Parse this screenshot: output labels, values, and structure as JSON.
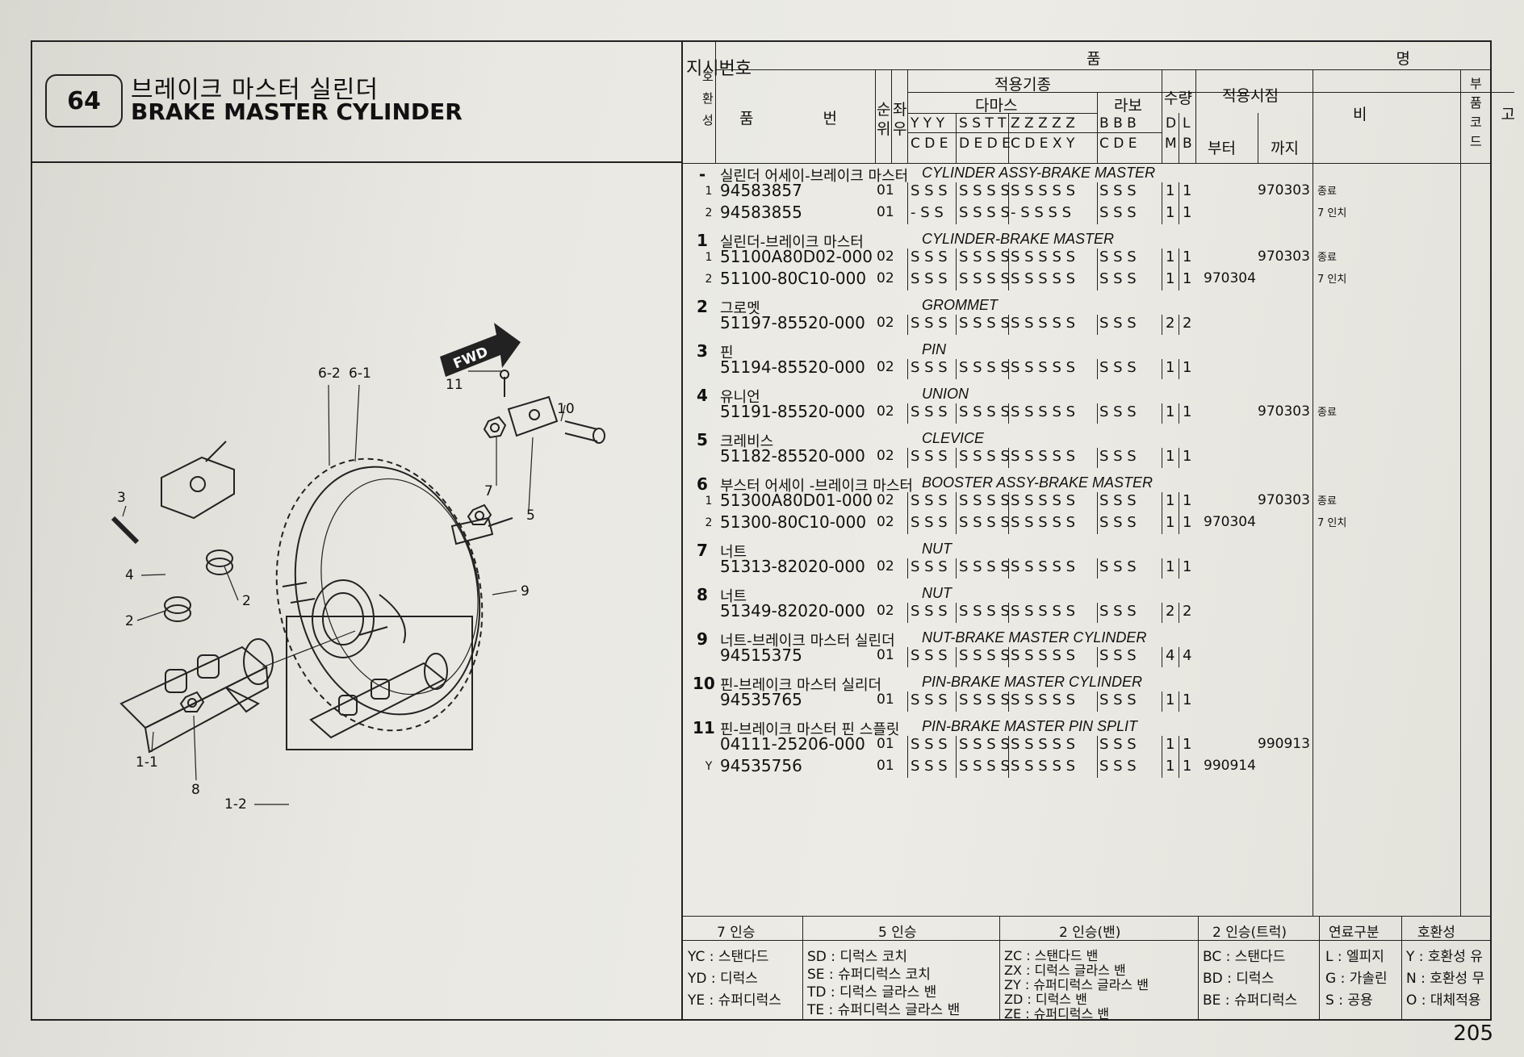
{
  "page_code": "64",
  "title_ko": "브레이크 마스터 실린더",
  "title_en": "BRAKE MASTER CYLINDER",
  "page_number": "205",
  "diagram": {
    "fwd_text": "FWD",
    "labels": [
      "6-2",
      "6-1",
      "11",
      "10",
      "3",
      "4",
      "2",
      "2",
      "7",
      "5",
      "9",
      "1-1",
      "8",
      "1-2"
    ]
  },
  "header": {
    "jisi": "지시번호",
    "hohwan": "호환성",
    "pummyeong": "품 명",
    "pumbeon": "품 번",
    "sunwi": "순위",
    "jwau": "좌우",
    "jeogyong_gijun": "적용기종",
    "damas": "다마스",
    "labo": "라보",
    "suryang": "수량",
    "jeogyong_sijeom": "적용시점",
    "buteo": "부터",
    "kkaji": "까지",
    "bigo": "비 고",
    "bupum_code": "부품코드",
    "damas_codes_top": [
      "Y Y Y",
      "S S T T",
      "Z Z Z Z Z"
    ],
    "damas_codes_bot": [
      "C D E",
      "D E D E",
      "C D E X Y"
    ],
    "labo_top": "B B B",
    "labo_bot": "C D E",
    "qty_top": [
      "D",
      "L"
    ],
    "qty_bot": [
      "M",
      "B"
    ]
  },
  "rows": [
    {
      "no": "-",
      "ko": "실린더 어세이-브레이크 마스터",
      "en": "CYLINDER ASSY-BRAKE MASTER",
      "subs": [
        {
          "sub": "1",
          "part": "94583857",
          "order": "01",
          "a": "S S S",
          "b": "S S S S",
          "c": "S S S S S",
          "d": "S S S",
          "dm": "1",
          "lb": "1",
          "from": "",
          "to": "970303",
          "note": "종료"
        },
        {
          "sub": "2",
          "part": "94583855",
          "order": "01",
          "a": "-  S S",
          "b": "S S S S",
          "c": "-  S S S S",
          "d": "S S S",
          "dm": "1",
          "lb": "1",
          "from": "",
          "to": "",
          "note": "7 인치"
        }
      ]
    },
    {
      "no": "1",
      "ko": "실린더-브레이크 마스터",
      "en": "CYLINDER-BRAKE MASTER",
      "subs": [
        {
          "sub": "1",
          "part": "51100A80D02-000",
          "order": "02",
          "a": "S S S",
          "b": "S S S S",
          "c": "S S S S S",
          "d": "S S S",
          "dm": "1",
          "lb": "1",
          "from": "",
          "to": "970303",
          "note": "종료"
        },
        {
          "sub": "2",
          "part": "51100-80C10-000",
          "order": "02",
          "a": "S S S",
          "b": "S S S S",
          "c": "S S S S S",
          "d": "S S S",
          "dm": "1",
          "lb": "1",
          "from": "970304",
          "to": "",
          "note": "7 인치"
        }
      ]
    },
    {
      "no": "2",
      "ko": "그로멧",
      "en": "GROMMET",
      "subs": [
        {
          "sub": "",
          "part": "51197-85520-000",
          "order": "02",
          "a": "S S S",
          "b": "S S S S",
          "c": "S S S S S",
          "d": "S S S",
          "dm": "2",
          "lb": "2",
          "from": "",
          "to": "",
          "note": ""
        }
      ]
    },
    {
      "no": "3",
      "ko": "핀",
      "en": "PIN",
      "subs": [
        {
          "sub": "",
          "part": "51194-85520-000",
          "order": "02",
          "a": "S S S",
          "b": "S S S S",
          "c": "S S S S S",
          "d": "S S S",
          "dm": "1",
          "lb": "1",
          "from": "",
          "to": "",
          "note": ""
        }
      ]
    },
    {
      "no": "4",
      "ko": "유니언",
      "en": "UNION",
      "subs": [
        {
          "sub": "",
          "part": "51191-85520-000",
          "order": "02",
          "a": "S S S",
          "b": "S S S S",
          "c": "S S S S S",
          "d": "S S S",
          "dm": "1",
          "lb": "1",
          "from": "",
          "to": "970303",
          "note": "종료"
        }
      ]
    },
    {
      "no": "5",
      "ko": "크레비스",
      "en": "CLEVICE",
      "subs": [
        {
          "sub": "",
          "part": "51182-85520-000",
          "order": "02",
          "a": "S S S",
          "b": "S S S S",
          "c": "S S S S S",
          "d": "S S S",
          "dm": "1",
          "lb": "1",
          "from": "",
          "to": "",
          "note": ""
        }
      ]
    },
    {
      "no": "6",
      "ko": "부스터 어세이 -브레이크 마스터",
      "en": "BOOSTER ASSY-BRAKE MASTER",
      "subs": [
        {
          "sub": "1",
          "part": "51300A80D01-000",
          "order": "02",
          "a": "S S S",
          "b": "S S S S",
          "c": "S S S S S",
          "d": "S S S",
          "dm": "1",
          "lb": "1",
          "from": "",
          "to": "970303",
          "note": "종료"
        },
        {
          "sub": "2",
          "part": "51300-80C10-000",
          "order": "02",
          "a": "S S S",
          "b": "S S S S",
          "c": "S S S S S",
          "d": "S S S",
          "dm": "1",
          "lb": "1",
          "from": "970304",
          "to": "",
          "note": "7 인치"
        }
      ]
    },
    {
      "no": "7",
      "ko": "너트",
      "en": "NUT",
      "subs": [
        {
          "sub": "",
          "part": "51313-82020-000",
          "order": "02",
          "a": "S S S",
          "b": "S S S S",
          "c": "S S S S S",
          "d": "S S S",
          "dm": "1",
          "lb": "1",
          "from": "",
          "to": "",
          "note": ""
        }
      ]
    },
    {
      "no": "8",
      "ko": "너트",
      "en": "NUT",
      "subs": [
        {
          "sub": "",
          "part": "51349-82020-000",
          "order": "02",
          "a": "S S S",
          "b": "S S S S",
          "c": "S S S S S",
          "d": "S S S",
          "dm": "2",
          "lb": "2",
          "from": "",
          "to": "",
          "note": ""
        }
      ]
    },
    {
      "no": "9",
      "ko": "너트-브레이크 마스터 실린더",
      "en": "NUT-BRAKE MASTER CYLINDER",
      "subs": [
        {
          "sub": "",
          "part": "94515375",
          "order": "01",
          "a": "S S S",
          "b": "S S S S",
          "c": "S S S S S",
          "d": "S S S",
          "dm": "4",
          "lb": "4",
          "from": "",
          "to": "",
          "note": ""
        }
      ]
    },
    {
      "no": "10",
      "ko": "핀-브레이크 마스터 실리더",
      "en": "PIN-BRAKE MASTER CYLINDER",
      "subs": [
        {
          "sub": "",
          "part": "94535765",
          "order": "01",
          "a": "S S S",
          "b": "S S S S",
          "c": "S S S S S",
          "d": "S S S",
          "dm": "1",
          "lb": "1",
          "from": "",
          "to": "",
          "note": ""
        }
      ]
    },
    {
      "no": "11",
      "ko": "핀-브레이크 마스터 핀 스플릿",
      "en": "PIN-BRAKE MASTER PIN SPLIT",
      "subs": [
        {
          "sub": "",
          "part": "04111-25206-000",
          "order": "01",
          "a": "S S S",
          "b": "S S S S",
          "c": "S S S S S",
          "d": "S S S",
          "dm": "1",
          "lb": "1",
          "from": "",
          "to": "990913",
          "note": ""
        },
        {
          "sub": "Y",
          "part": "94535756",
          "order": "01",
          "a": "S S S",
          "b": "S S S S",
          "c": "S S S S S",
          "d": "S S S",
          "dm": "1",
          "lb": "1",
          "from": "990914",
          "to": "",
          "note": ""
        }
      ]
    }
  ],
  "legend": {
    "headers": [
      "7 인승",
      "5 인승",
      "2 인승(밴)",
      "2 인승(트럭)",
      "연료구분",
      "호환성"
    ],
    "col1": [
      "YC : 스탠다드",
      "YD : 디럭스",
      "YE : 슈퍼디럭스"
    ],
    "col2": [
      "SD : 디럭스 코치",
      "SE : 슈퍼디럭스 코치",
      "TD : 디럭스 글라스 밴",
      "TE : 슈퍼디럭스 글라스 밴"
    ],
    "col3": [
      "ZC : 스탠다드 밴",
      "ZX : 디럭스 글라스 밴",
      "ZY : 슈퍼디럭스 글라스 밴",
      "ZD : 디럭스 밴",
      "ZE : 슈퍼디럭스 밴"
    ],
    "col4": [
      "BC : 스탠다드",
      "BD : 디럭스",
      "BE : 슈퍼디럭스"
    ],
    "col5": [
      "L : 엘피지",
      "G : 가솔린",
      "S : 공용"
    ],
    "col6": [
      "Y : 호환성 유",
      "N : 호환성 무",
      "O : 대체적용"
    ]
  }
}
